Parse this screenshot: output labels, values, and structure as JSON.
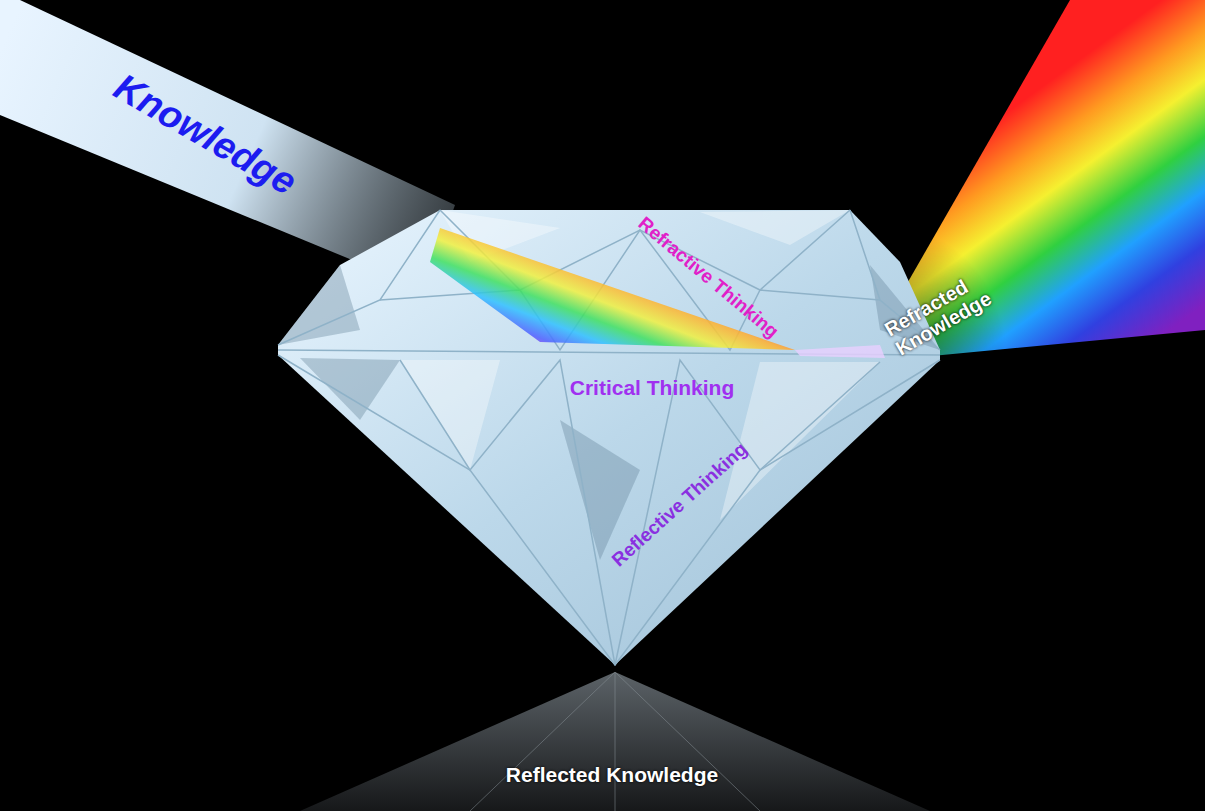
{
  "diagram": {
    "labels": [
      "Knowledge",
      "Refractive Thinking",
      "Critical Thinking",
      "Reflective Thinking",
      "Refracted Knowledge",
      "Reflected Knowledge"
    ]
  }
}
